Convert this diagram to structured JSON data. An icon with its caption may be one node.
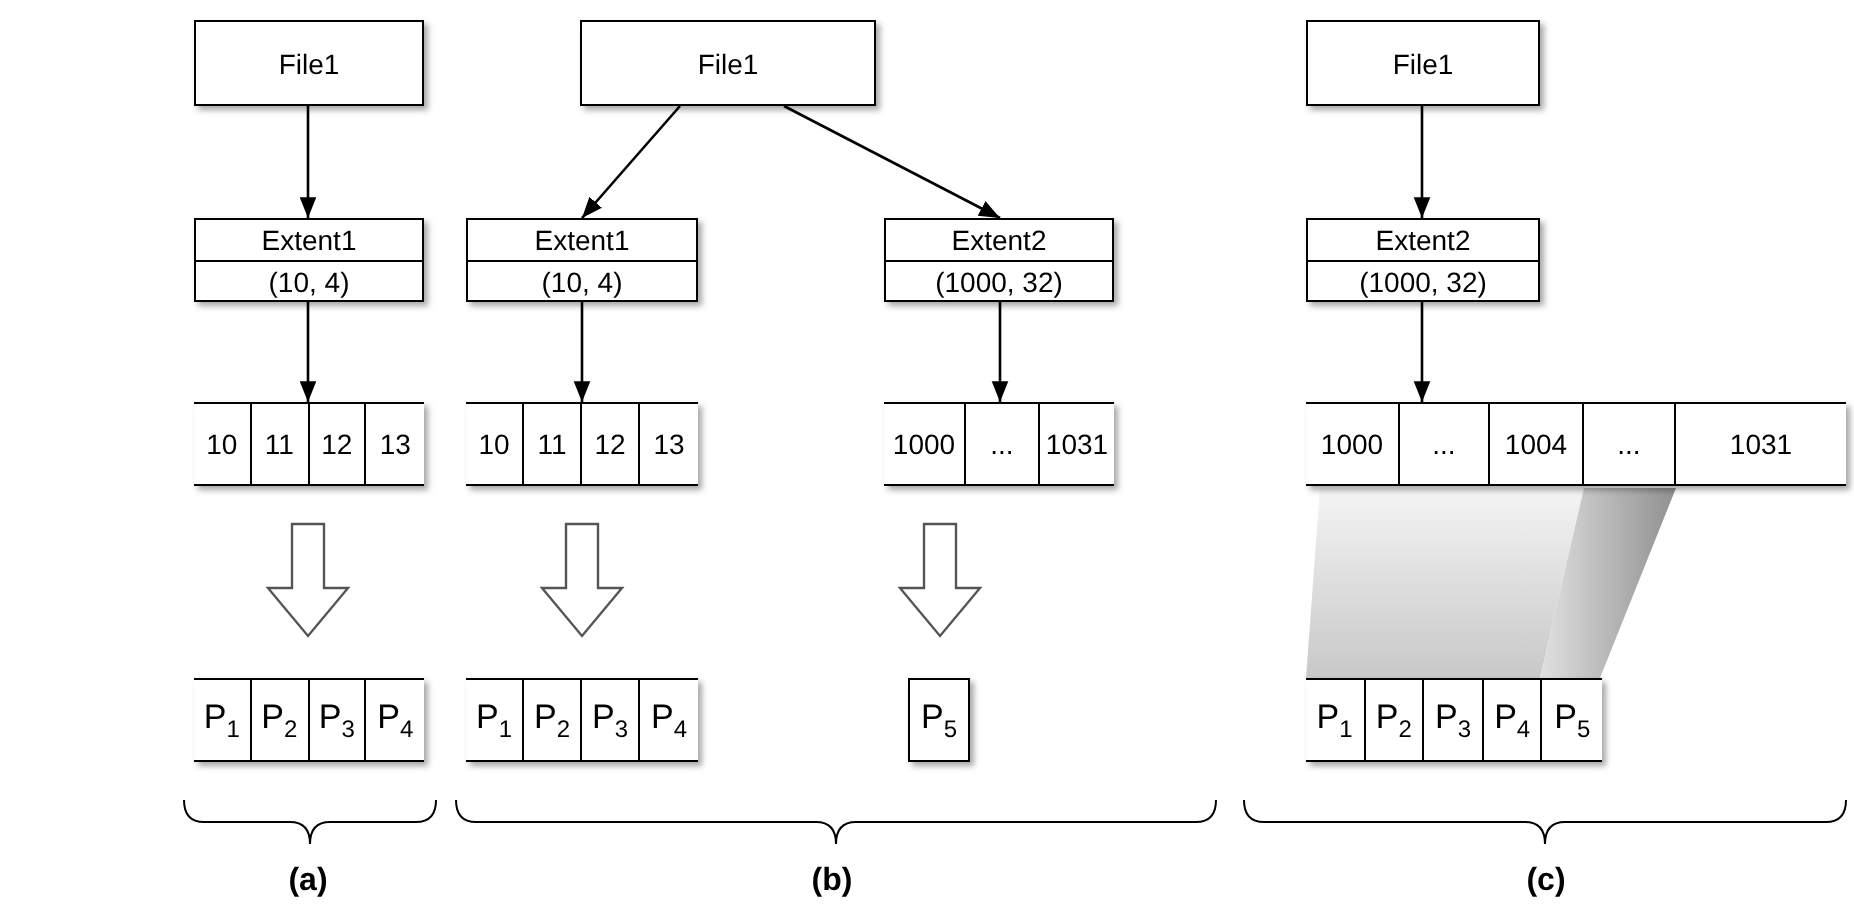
{
  "diagram": {
    "nodes": [
      {
        "text": [
          "File1"
        ]
      },
      {
        "text": [
          "Extent1",
          "(10, 4)"
        ]
      },
      {
        "text": [],
        "shape": "box"
      },
      {
        "text": [
          "10"
        ],
        "in": 2
      },
      {
        "text": [
          "11"
        ],
        "in": 2
      },
      {
        "text": [
          "12"
        ],
        "in": 2
      },
      {
        "text": [
          "13"
        ],
        "in": 2
      },
      {
        "text": [],
        "shape": "box"
      },
      {
        "text": [
          "P$_{1}$"
        ],
        "in": 7
      },
      {
        "text": [
          "P$_{2}$"
        ],
        "in": 7
      },
      {
        "text": [
          "P$_{3}$"
        ],
        "in": 7
      },
      {
        "text": [
          "P$_{4}$"
        ],
        "in": 7
      },
      {
        "text": [
          "File1"
        ]
      },
      {
        "text": [
          "Extent1",
          "(10, 4)"
        ]
      },
      {
        "text": [
          "Extent2",
          "(1000, 32)"
        ]
      },
      {
        "text": [],
        "shape": "box"
      },
      {
        "text": [
          "10"
        ],
        "in": 15
      },
      {
        "text": [
          "11"
        ],
        "in": 15
      },
      {
        "text": [
          "12"
        ],
        "in": 15
      },
      {
        "text": [
          "13"
        ],
        "in": 15
      },
      {
        "text": [],
        "shape": "box"
      },
      {
        "text": [
          "1000"
        ],
        "in": 20
      },
      {
        "text": [
          "..."
        ],
        "in": 20
      },
      {
        "text": [
          "1031"
        ],
        "in": 20
      },
      {
        "text": [],
        "shape": "box"
      },
      {
        "text": [
          "P$_{1}$"
        ],
        "in": 24
      },
      {
        "text": [
          "P$_{2}$"
        ],
        "in": 24
      },
      {
        "text": [
          "P$_{3}$"
        ],
        "in": 24
      },
      {
        "text": [
          "P$_{4}$"
        ],
        "in": 24
      },
      {
        "text": [
          "P$_{5}$"
        ]
      },
      {
        "text": [
          "File1"
        ]
      },
      {
        "text": [
          "Extent2",
          "(1000, 32)"
        ]
      },
      {
        "text": [],
        "shape": "box"
      },
      {
        "text": [
          "1000"
        ],
        "in": 32
      },
      {
        "text": [
          "..."
        ],
        "in": 32
      },
      {
        "text": [
          "1004"
        ],
        "in": 32
      },
      {
        "text": [
          "..."
        ],
        "in": 32
      },
      {
        "text": [
          "1031"
        ],
        "in": 32
      },
      {
        "text": [],
        "shape": "box"
      },
      {
        "text": [
          "P$_{1}$"
        ],
        "in": 38
      },
      {
        "text": [
          "P$_{2}$"
        ],
        "in": 38
      },
      {
        "text": [
          "P$_{3}$"
        ],
        "in": 38
      },
      {
        "text": [
          "P$_{4}$"
        ],
        "in": 38
      },
      {
        "text": [
          "P$_{5}$"
        ],
        "in": 38
      }
    ],
    "edges": [
      {
        "from": 0,
        "to": 1,
        "arrow": "to"
      },
      {
        "from": 1,
        "to": 2,
        "arrow": "to"
      },
      {
        "from": 2,
        "to": 7,
        "arrow": "to",
        "style": "thick"
      },
      {
        "from": 12,
        "to": 13,
        "arrow": "to"
      },
      {
        "from": 12,
        "to": 14,
        "arrow": "to"
      },
      {
        "from": 13,
        "to": 15,
        "arrow": "to"
      },
      {
        "from": 14,
        "to": 20,
        "arrow": "to"
      },
      {
        "from": 15,
        "to": 24,
        "arrow": "to",
        "style": "thick"
      },
      {
        "from": 20,
        "to": 29,
        "arrow": "to",
        "style": "thick"
      },
      {
        "from": 30,
        "to": 31,
        "arrow": "to"
      },
      {
        "from": 31,
        "to": 32,
        "arrow": "to"
      }
    ],
    "labels": [
      "(a)",
      "(b)",
      "(c)"
    ]
  }
}
